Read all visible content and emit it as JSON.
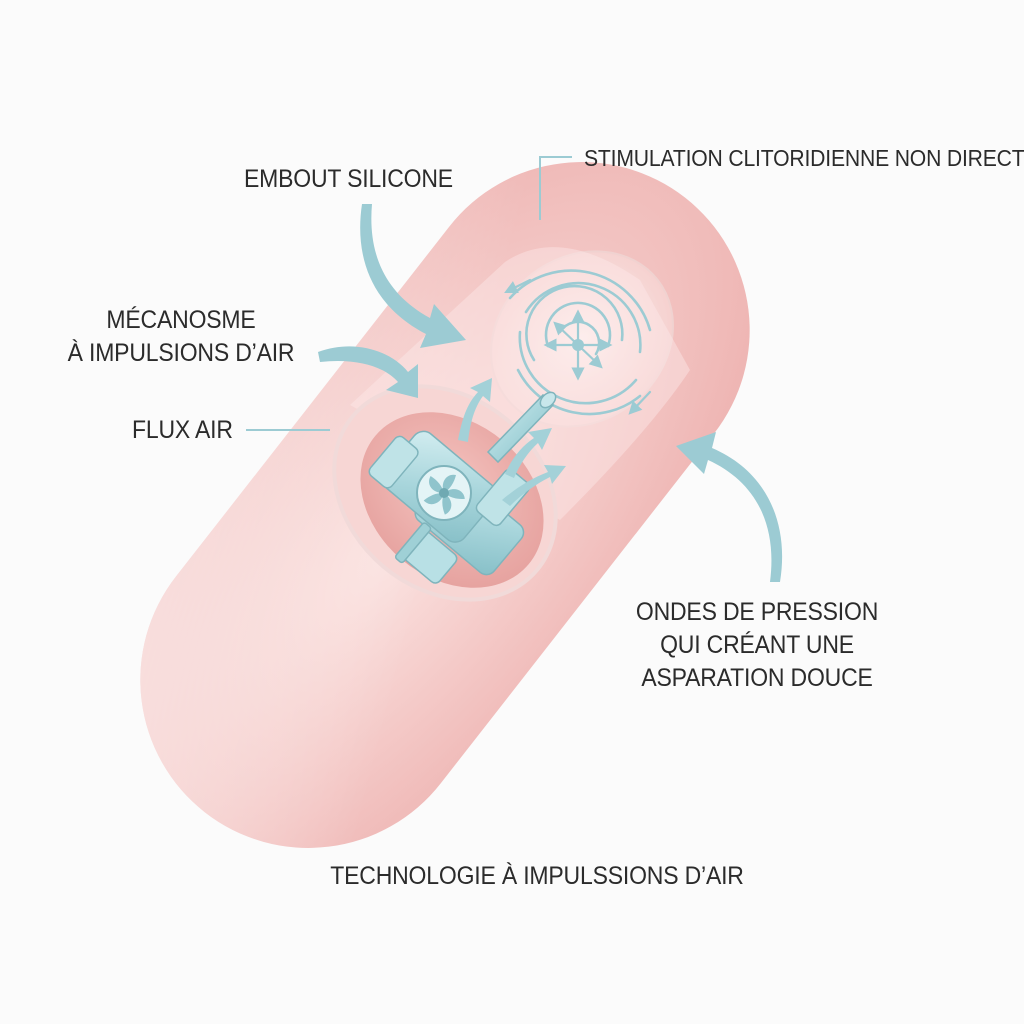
{
  "labels": {
    "embout": "EMBOUT SILICONE",
    "stimulation": "STIMULATION CLITORIDIENNE NON DIRECTE",
    "mecanisme": [
      "MÉCANOSME",
      "À IMPULSIONS D’AIR"
    ],
    "flux": "FLUX AIR",
    "ondes": [
      "ONDES DE PRESSION",
      "QUI CRÉANT UNE",
      "ASPARATION DOUCE"
    ],
    "caption": "TECHNOLOGIE À IMPULSSIONS D’AIR"
  },
  "colors": {
    "background": "#fbfbfb",
    "body_pink": "#f3c4c2",
    "mechanism_blue": "#a9d6dc",
    "arrow_blue": "#9ccbd3",
    "text": "#2b2b2b"
  },
  "icons": [
    "fan-icon",
    "pressure-wave-icon",
    "callout-arrow-icon"
  ]
}
